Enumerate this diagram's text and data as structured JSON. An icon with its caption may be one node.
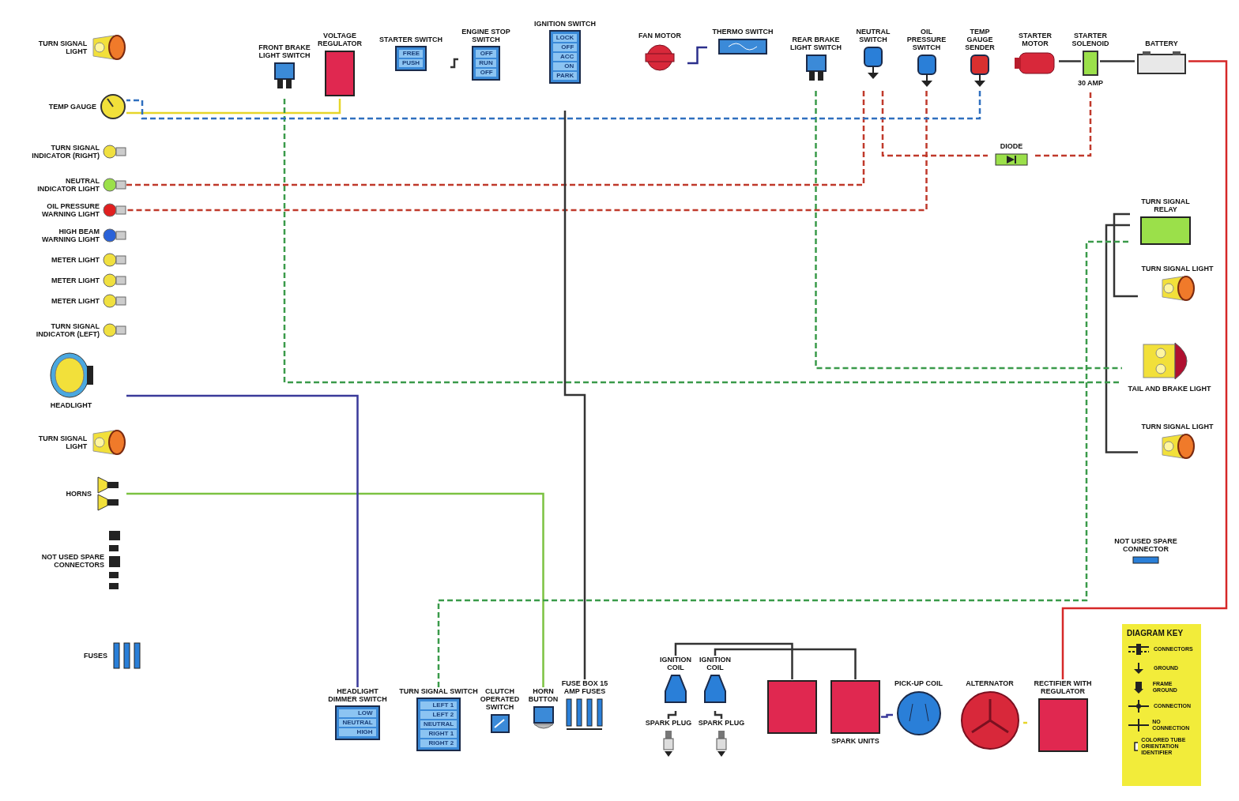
{
  "diagram": {
    "nodes": [
      {
        "text": [
          "TURN SIGNAL LIGHT"
        ]
      },
      {
        "text": [
          "TEMP GAUGE"
        ]
      },
      {
        "text": [
          "TURN SIGNAL INDICATOR (RIGHT)"
        ]
      },
      {
        "text": [
          "NEUTRAL INDICATOR LIGHT"
        ]
      },
      {
        "text": [
          "OIL PRESSURE WARNING LIGHT"
        ]
      },
      {
        "text": [
          "HIGH BEAM WARNING LIGHT"
        ]
      },
      {
        "text": [
          "METER LIGHT"
        ]
      },
      {
        "text": [
          "METER LIGHT"
        ]
      },
      {
        "text": [
          "METER LIGHT"
        ]
      },
      {
        "text": [
          "TURN SIGNAL INDICATOR (LEFT)"
        ]
      },
      {
        "text": [
          "HEADLIGHT"
        ]
      },
      {
        "text": [
          "TURN SIGNAL LIGHT"
        ]
      },
      {
        "text": [
          "HORNS"
        ]
      },
      {
        "text": [
          "NOT USED SPARE CONNECTORS"
        ]
      },
      {
        "text": [
          "FUSES"
        ]
      },
      {
        "text": [
          "FRONT BRAKE LIGHT SWITCH"
        ]
      },
      {
        "text": [
          "VOLTAGE REGULATOR"
        ]
      },
      {
        "text": [
          "STARTER SWITCH",
          "FREE",
          "PUSH"
        ]
      },
      {
        "text": [
          "ENGINE STOP SWITCH",
          "OFF",
          "RUN",
          "OFF"
        ]
      },
      {
        "text": [
          "IGNITION SWITCH",
          "LOCK",
          "OFF",
          "ACC",
          "ON",
          "PARK"
        ]
      },
      {
        "text": [
          "FAN MOTOR"
        ]
      },
      {
        "text": [
          "THERMO SWITCH"
        ]
      },
      {
        "text": [
          "REAR BRAKE LIGHT SWITCH"
        ]
      },
      {
        "text": [
          "NEUTRAL SWITCH"
        ]
      },
      {
        "text": [
          "OIL PRESSURE SWITCH"
        ]
      },
      {
        "text": [
          "TEMP GAUGE SENDER"
        ]
      },
      {
        "text": [
          "STARTER MOTOR"
        ]
      },
      {
        "text": [
          "STARTER SOLENOID"
        ],
        "beside": [
          "30 AMP"
        ]
      },
      {
        "text": [
          "BATTERY"
        ]
      },
      {
        "text": [
          "DIODE"
        ]
      },
      {
        "text": [
          "TURN SIGNAL RELAY"
        ]
      },
      {
        "text": [
          "TURN SIGNAL LIGHT"
        ]
      },
      {
        "text": [
          "TAIL AND BRAKE LIGHT"
        ]
      },
      {
        "text": [
          "TURN SIGNAL LIGHT"
        ]
      },
      {
        "text": [
          "NOT USED SPARE CONNECTOR"
        ]
      },
      {
        "text": [
          "HEADLIGHT DIMMER SWITCH",
          "LOW",
          "NEUTRAL",
          "HIGH"
        ]
      },
      {
        "text": [
          "TURN SIGNAL SWITCH",
          "LEFT 1",
          "LEFT 2",
          "NEUTRAL",
          "RIGHT 1",
          "RIGHT 2"
        ]
      },
      {
        "text": [
          "CLUTCH OPERATED SWITCH"
        ]
      },
      {
        "text": [
          "HORN BUTTON"
        ]
      },
      {
        "text": [
          "FUSE BOX 15 AMP FUSES"
        ]
      },
      {
        "text": [
          "IGNITION COIL"
        ]
      },
      {
        "text": [
          "IGNITION COIL"
        ]
      },
      {
        "text": [
          "SPARK PLUG"
        ]
      },
      {
        "text": [
          "SPARK PLUG"
        ]
      },
      {
        "text": [],
        "shape": "box"
      },
      {
        "text": [
          "SPARK UNITS"
        ]
      },
      {
        "text": [
          "PICK-UP COIL"
        ]
      },
      {
        "text": [
          "ALTERNATOR"
        ]
      },
      {
        "text": [
          "RECTIFIER WITH REGULATOR"
        ]
      }
    ],
    "edges": [
      {
        "from": 20,
        "to": 21,
        "arrow": "none",
        "color": "#2b2f8c"
      },
      {
        "from": 26,
        "to": 27,
        "arrow": "none"
      },
      {
        "from": 27,
        "to": 28,
        "arrow": "none"
      },
      {
        "from": 40,
        "to": 42,
        "arrow": "none"
      },
      {
        "from": 41,
        "to": 43,
        "arrow": "none"
      },
      {
        "from": 1,
        "to": 16,
        "arrow": "none",
        "color": "#e6d52a"
      },
      {
        "from": 18,
        "to": 17,
        "arrow": "none"
      },
      {
        "from": 23,
        "to": 29,
        "arrow": "none",
        "style": "dashed",
        "color": "#c0392b"
      },
      {
        "from": 29,
        "to": 27,
        "arrow": "none",
        "style": "dashed",
        "color": "#c0392b"
      },
      {
        "from": 46,
        "to": 45,
        "arrow": "none",
        "color": "#3a3a9a"
      },
      {
        "from": 47,
        "to": 48,
        "arrow": "none",
        "color": "#e6d52a"
      },
      {
        "from": 44,
        "to": 40,
        "arrow": "none"
      },
      {
        "from": 45,
        "to": 41,
        "arrow": "none"
      },
      {
        "from": 30,
        "to": 31,
        "arrow": "none"
      },
      {
        "from": 30,
        "to": 33,
        "arrow": "none"
      },
      {
        "from": 22,
        "to": 32,
        "arrow": "none",
        "style": "dashed",
        "color": "#3a9a4a"
      },
      {
        "from": 15,
        "to": 32,
        "arrow": "none",
        "style": "dashed",
        "color": "#3a9a4a"
      },
      {
        "from": 24,
        "to": 4,
        "arrow": "none",
        "style": "dashed",
        "color": "#c0392b"
      },
      {
        "from": 23,
        "to": 3,
        "arrow": "none",
        "style": "dashed",
        "color": "#c0392b"
      },
      {
        "from": 25,
        "to": 1,
        "arrow": "none",
        "style": "dashed",
        "color": "#2f6fbf"
      },
      {
        "from": 38,
        "to": 12,
        "arrow": "none",
        "color": "#7cc242"
      },
      {
        "from": 35,
        "to": 10,
        "arrow": "none",
        "color": "#3a3a9a"
      },
      {
        "from": 36,
        "to": 30,
        "arrow": "none",
        "style": "dashed",
        "color": "#3a9a4a"
      },
      {
        "from": 19,
        "to": 39,
        "arrow": "none"
      },
      {
        "from": 48,
        "to": 28,
        "arrow": "none",
        "color": "#d62828"
      }
    ],
    "labels": [
      "DIAGRAM KEY"
    ],
    "legend": [
      {
        "text": "CONNECTORS"
      },
      {
        "text": "GROUND"
      },
      {
        "text": "FRAME GROUND"
      },
      {
        "text": "CONNECTION"
      },
      {
        "text": "NO CONNECTION"
      },
      {
        "text": "COLORED TUBE ORIENTATION IDENTIFIER"
      }
    ]
  }
}
